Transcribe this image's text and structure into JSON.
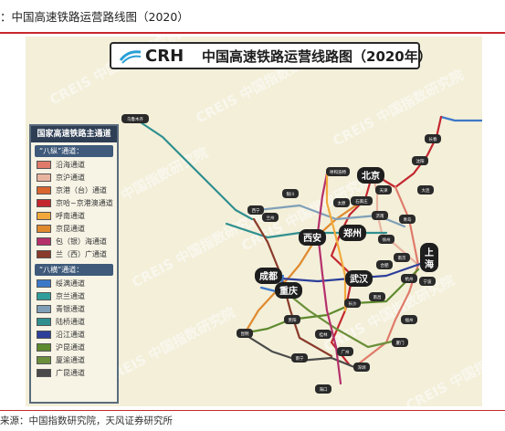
{
  "figure_title": "：中国高速铁路运营路线图（2020）",
  "source_note": "来源：中国指数研究院，天风证券研究所",
  "banner": {
    "brand": "CRH",
    "title": "中国高速铁路运营线路图（2020年）"
  },
  "watermark": "CREIS 中国指数研究院",
  "legend": {
    "header": "国家高速铁路主通道",
    "groups": [
      {
        "label": "“八纵”通道：",
        "items": [
          {
            "label": "沿海通道",
            "color": "#e07a6a"
          },
          {
            "label": "京沪通道",
            "color": "#e8b4a0"
          },
          {
            "label": "京港（台）通道",
            "color": "#d9652f"
          },
          {
            "label": "京哈~京港澳通道",
            "color": "#c4262e"
          },
          {
            "label": "呼南通道",
            "color": "#f2a93b"
          },
          {
            "label": "京昆通道",
            "color": "#e08a2e"
          },
          {
            "label": "包（银）海通道",
            "color": "#b5306b"
          },
          {
            "label": "兰（西）广通道",
            "color": "#8a3a2a"
          }
        ]
      },
      {
        "label": "“八横”通道：",
        "items": [
          {
            "label": "绥满通道",
            "color": "#3c78c8"
          },
          {
            "label": "京兰通道",
            "color": "#2f9e9a"
          },
          {
            "label": "青银通道",
            "color": "#7f9fb8"
          },
          {
            "label": "陆桥通道",
            "color": "#2f8f8f"
          },
          {
            "label": "沿江通道",
            "color": "#2c3f9a"
          },
          {
            "label": "沪昆通道",
            "color": "#5e8a2e"
          },
          {
            "label": "厦渝通道",
            "color": "#6b8f3a"
          },
          {
            "label": "广昆通道",
            "color": "#4a4a4a"
          }
        ]
      }
    ]
  },
  "stations_major": [
    "北京",
    "西安",
    "郑州",
    "成都",
    "重庆",
    "武汉",
    "上海"
  ],
  "stations_minor": [
    "乌鲁木齐",
    "长春",
    "沈阳",
    "大连",
    "呼和浩特",
    "太原",
    "石家庄",
    "天津",
    "济南",
    "青岛",
    "银川",
    "兰州",
    "西宁",
    "徐州",
    "合肥",
    "南京",
    "杭州",
    "宁波",
    "长沙",
    "南昌",
    "福州",
    "贵阳",
    "桂林",
    "昆明",
    "南宁",
    "广州",
    "深圳",
    "厦门",
    "海口"
  ],
  "accent_color": "#c7282d"
}
